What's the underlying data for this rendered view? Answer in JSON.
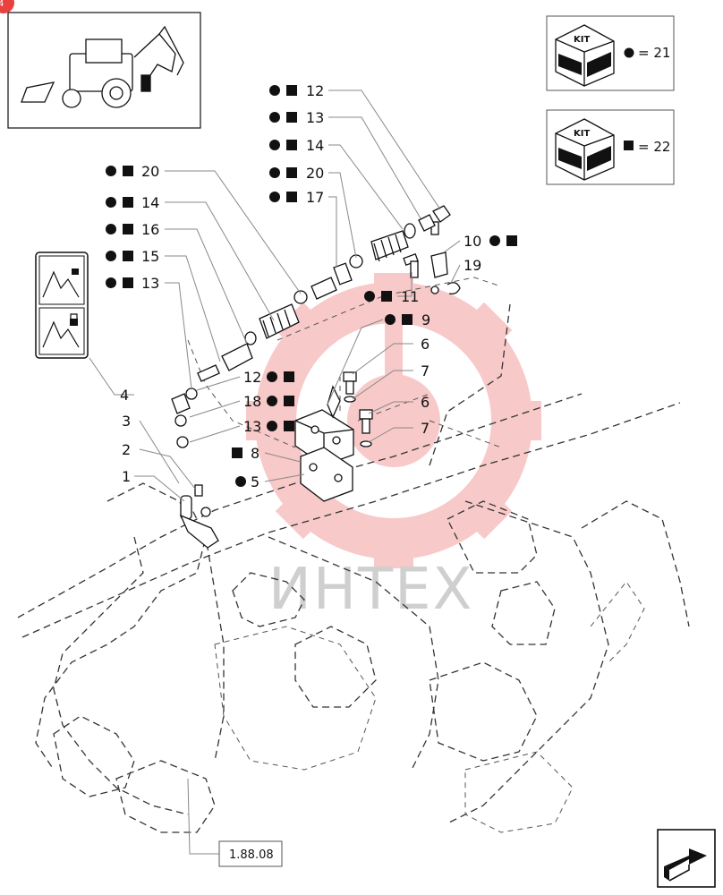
{
  "kits": [
    {
      "label": "KIT",
      "symbol": "dot",
      "equals": "= 21"
    },
    {
      "label": "KIT",
      "symbol": "square",
      "equals": "= 22"
    }
  ],
  "callouts": [
    {
      "number": "12",
      "markers": [
        "dot",
        "square"
      ],
      "side": "left"
    },
    {
      "number": "13",
      "markers": [
        "dot",
        "square"
      ],
      "side": "left"
    },
    {
      "number": "14",
      "markers": [
        "dot",
        "square"
      ],
      "side": "left"
    },
    {
      "number": "20",
      "markers": [
        "dot",
        "square"
      ],
      "side": "left"
    },
    {
      "number": "17",
      "markers": [
        "dot",
        "square"
      ],
      "side": "left"
    },
    {
      "number": "20",
      "markers": [
        "dot",
        "square"
      ],
      "side": "left"
    },
    {
      "number": "14",
      "markers": [
        "dot",
        "square"
      ],
      "side": "left"
    },
    {
      "number": "16",
      "markers": [
        "dot",
        "square"
      ],
      "side": "left"
    },
    {
      "number": "15",
      "markers": [
        "dot",
        "square"
      ],
      "side": "left"
    },
    {
      "number": "13",
      "markers": [
        "dot",
        "square"
      ],
      "side": "left"
    },
    {
      "number": "10",
      "markers": [
        "dot",
        "square"
      ],
      "side": "right"
    },
    {
      "number": "19",
      "markers": [],
      "side": "none"
    },
    {
      "number": "11",
      "markers": [
        "dot",
        "square"
      ],
      "side": "left"
    },
    {
      "number": "9",
      "markers": [
        "dot",
        "square"
      ],
      "side": "left"
    },
    {
      "number": "6",
      "markers": [],
      "side": "none"
    },
    {
      "number": "7",
      "markers": [],
      "side": "none"
    },
    {
      "number": "12",
      "markers": [
        "dot",
        "square"
      ],
      "side": "right"
    },
    {
      "number": "18",
      "markers": [
        "dot",
        "square"
      ],
      "side": "right"
    },
    {
      "number": "13",
      "markers": [
        "dot",
        "square"
      ],
      "side": "right"
    },
    {
      "number": "6",
      "markers": [],
      "side": "none"
    },
    {
      "number": "7",
      "markers": [],
      "side": "none"
    },
    {
      "number": "8",
      "markers": [
        "square"
      ],
      "side": "left"
    },
    {
      "number": "5",
      "markers": [
        "dot"
      ],
      "side": "left"
    },
    {
      "number": "4",
      "markers": [],
      "side": "none"
    },
    {
      "number": "3",
      "markers": [],
      "side": "none"
    },
    {
      "number": "2",
      "markers": [],
      "side": "none"
    },
    {
      "number": "1",
      "markers": [],
      "side": "none"
    }
  ],
  "reference": "1.88.08",
  "watermark": "ИНТЕХ",
  "colors": {
    "watermark_gear": "#e9413f",
    "line": "#111111",
    "leader": "#888888"
  },
  "icons": {
    "navigation": "next-page-arrow-icon",
    "kit": "kit-cube-icon",
    "safety_label": "lock-unlock-decal-icon"
  }
}
